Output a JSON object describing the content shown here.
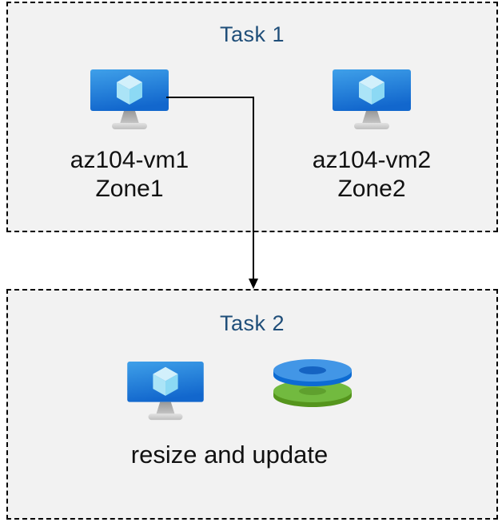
{
  "diagram": {
    "task1": {
      "title": "Task 1",
      "vms": [
        {
          "name": "az104-vm1",
          "zone": "Zone1"
        },
        {
          "name": "az104-vm2",
          "zone": "Zone2"
        }
      ]
    },
    "task2": {
      "title": "Task 2",
      "caption": "resize and update"
    },
    "icons": {
      "vm": "virtual-machine-icon",
      "disks": "managed-disks-icon",
      "arrow": "flow-arrow"
    },
    "colors": {
      "box_background": "#f2f2f2",
      "box_border": "#000000",
      "title_text": "#1f4e79",
      "body_text": "#111111",
      "arrow": "#000000",
      "vm_screen_top": "#3fa0e9",
      "vm_screen_bottom": "#1267cd",
      "cube_top": "#d2f0fb",
      "cube_left": "#abe4f7",
      "cube_right": "#8cd9f4",
      "stand_neck_top": "#999999",
      "stand_neck_bottom": "#c6c6c6",
      "stand_base_top": "#e3e3e3",
      "stand_base_bottom": "#bfbfbf",
      "disk_blue_top": "#4296e6",
      "disk_blue_side": "#0d6bd2",
      "disk_blue_hole": "#1563c2",
      "disk_green_top": "#72ba3f",
      "disk_green_side": "#55951d",
      "disk_green_hole": "#5fa02e"
    }
  }
}
